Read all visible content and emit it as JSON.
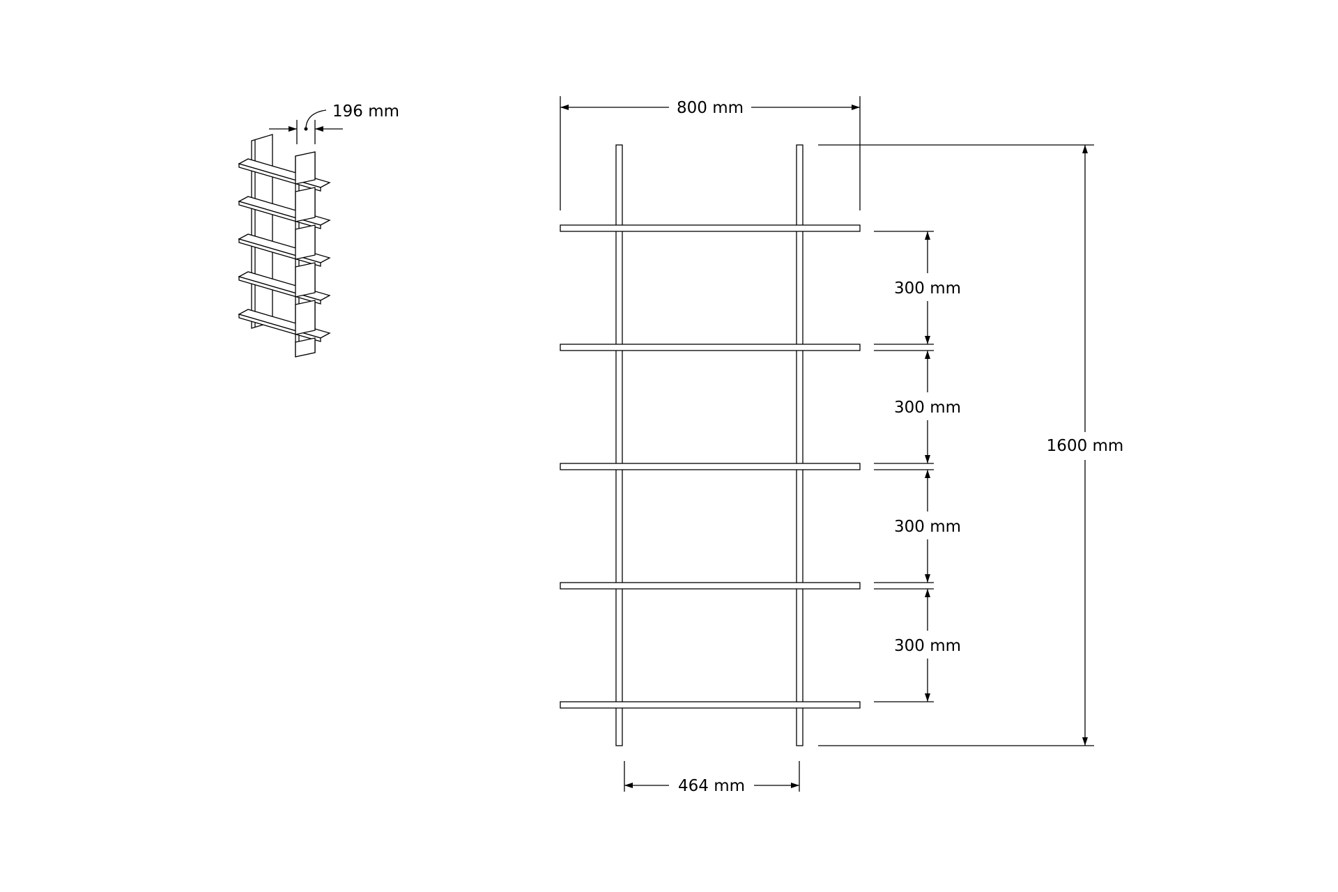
{
  "dimensions": {
    "depth": "196 mm",
    "total_width": "800 mm",
    "total_height": "1600 mm",
    "shelf_spacing": [
      "300 mm",
      "300 mm",
      "300 mm",
      "300 mm"
    ],
    "upright_spacing": "464 mm"
  },
  "colors": {
    "line": "#000000",
    "background": "#ffffff"
  }
}
